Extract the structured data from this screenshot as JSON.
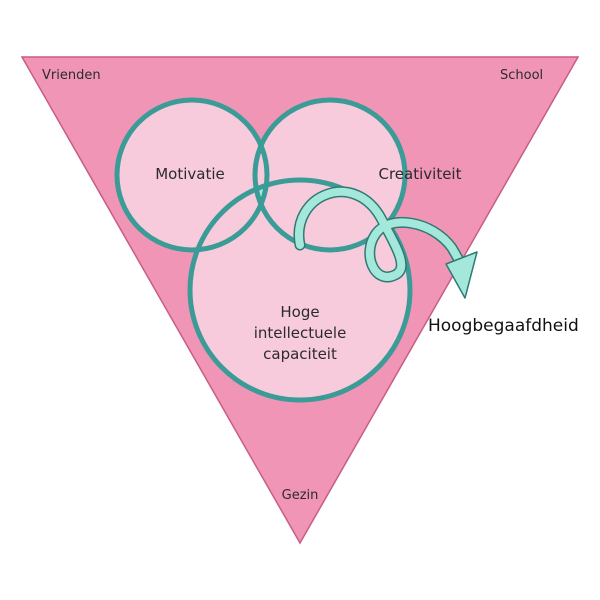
{
  "diagram": {
    "corners": {
      "top_left": "Vrienden",
      "top_right": "School",
      "bottom": "Gezin"
    },
    "circles": {
      "left": "Motivatie",
      "right": "Creativiteit",
      "bottom_lines": [
        "Hoge",
        "intellectuele",
        "capaciteit"
      ]
    },
    "outcome": "Hoogbegaafdheid"
  },
  "colors": {
    "triangle_fill": "#f095b6",
    "triangle_stroke": "#c95c86",
    "circle_fill": "#f7cbdc",
    "circle_stroke": "#3a9b97",
    "intersection_fill": "#a4e8dc",
    "arrow_fill": "#a4e8dc",
    "arrow_stroke": "#2f7a72"
  }
}
